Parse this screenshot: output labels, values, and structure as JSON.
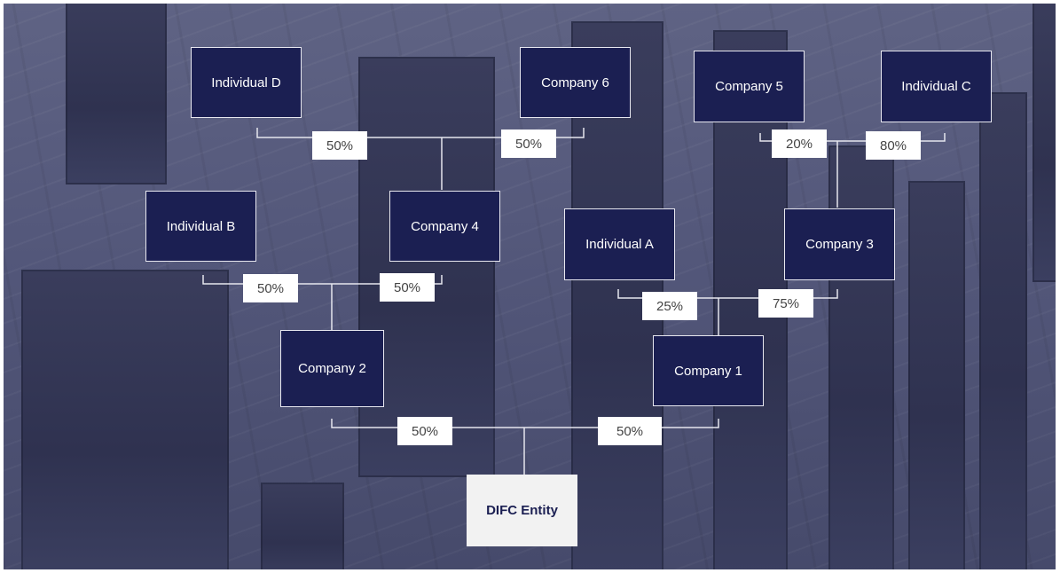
{
  "entities": {
    "individual_d": "Individual D",
    "company_6": "Company 6",
    "company_5": "Company 5",
    "individual_c": "Individual C",
    "individual_b": "Individual B",
    "company_4": "Company 4",
    "individual_a": "Individual A",
    "company_3": "Company 3",
    "company_2": "Company 2",
    "company_1": "Company 1",
    "difc_entity": "DIFC Entity"
  },
  "ownership": {
    "individual_d_to_company_4": "50%",
    "company_6_to_company_4": "50%",
    "company_5_to_company_3": "20%",
    "individual_c_to_company_3": "80%",
    "individual_b_to_company_2": "50%",
    "company_4_to_company_2": "50%",
    "individual_a_to_company_1": "25%",
    "company_3_to_company_1": "75%",
    "company_2_to_difc_entity": "50%",
    "company_1_to_difc_entity": "50%"
  },
  "colors": {
    "box_fill": "#1b1f52",
    "box_border": "#e8e8f0",
    "target_fill": "#f2f2f2",
    "label_fill": "#ffffff",
    "connector": "#e6e6ee"
  }
}
